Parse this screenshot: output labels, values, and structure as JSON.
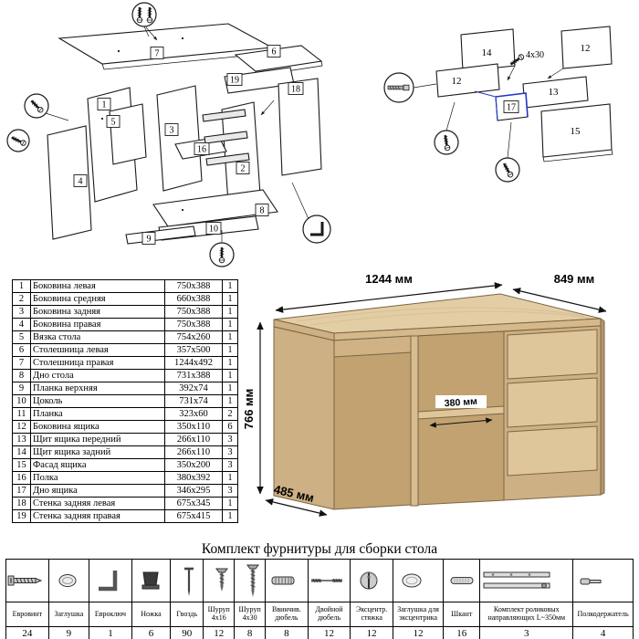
{
  "diagram": {
    "screw_label": "4x30"
  },
  "parts": {
    "rows": [
      {
        "num": "1",
        "name": "Боковина левая",
        "size": "750x388",
        "qty": "1"
      },
      {
        "num": "2",
        "name": "Боковина средняя",
        "size": "660x388",
        "qty": "1"
      },
      {
        "num": "3",
        "name": "Боковина задняя",
        "size": "750x388",
        "qty": "1"
      },
      {
        "num": "4",
        "name": "Боковина правая",
        "size": "750x388",
        "qty": "1"
      },
      {
        "num": "5",
        "name": "Вязка стола",
        "size": "754x260",
        "qty": "1"
      },
      {
        "num": "6",
        "name": "Столешница левая",
        "size": "357x500",
        "qty": "1"
      },
      {
        "num": "7",
        "name": "Столешница правая",
        "size": "1244x492",
        "qty": "1"
      },
      {
        "num": "8",
        "name": "Дно стола",
        "size": "731x388",
        "qty": "1"
      },
      {
        "num": "9",
        "name": "Планка верхняя",
        "size": "392x74",
        "qty": "1"
      },
      {
        "num": "10",
        "name": "Цоколь",
        "size": "731x74",
        "qty": "1"
      },
      {
        "num": "11",
        "name": "Планка",
        "size": "323x60",
        "qty": "2"
      },
      {
        "num": "12",
        "name": "Боковина ящика",
        "size": "350x110",
        "qty": "6"
      },
      {
        "num": "13",
        "name": "Щит ящика передний",
        "size": "266x110",
        "qty": "3"
      },
      {
        "num": "14",
        "name": "Щит ящика задний",
        "size": "266x110",
        "qty": "3"
      },
      {
        "num": "15",
        "name": "Фасад ящика",
        "size": "350x200",
        "qty": "3"
      },
      {
        "num": "16",
        "name": "Полка",
        "size": "380x392",
        "qty": "1"
      },
      {
        "num": "17",
        "name": "Дно ящика",
        "size": "346x295",
        "qty": "3"
      },
      {
        "num": "18",
        "name": "Стенка задняя левая",
        "size": "675x345",
        "qty": "1"
      },
      {
        "num": "19",
        "name": "Стенка задняя правая",
        "size": "675x415",
        "qty": "1"
      }
    ]
  },
  "desk": {
    "dim_width": "1244 мм",
    "dim_depth_right": "849 мм",
    "dim_height": "766 мм",
    "dim_shelf": "380 мм",
    "dim_depth_left": "485 мм"
  },
  "hardware": {
    "title": "Комплект фурнитуры для сборки стола",
    "items": [
      {
        "name": "Евровинт",
        "qty": "24",
        "icon": "euro-screw"
      },
      {
        "name": "Заглушка",
        "qty": "9",
        "icon": "cap"
      },
      {
        "name": "Евроключ",
        "qty": "1",
        "icon": "hex-key"
      },
      {
        "name": "Ножка",
        "qty": "6",
        "icon": "foot"
      },
      {
        "name": "Гвоздь",
        "qty": "90",
        "icon": "nail"
      },
      {
        "name": "Шуруп 4x16",
        "qty": "12",
        "icon": "screw-small"
      },
      {
        "name": "Шуруп 4x30",
        "qty": "8",
        "icon": "screw-large"
      },
      {
        "name": "Ввинчив. дюбель",
        "qty": "8",
        "icon": "threaded-dowel"
      },
      {
        "name": "Двойной дюбель",
        "qty": "12",
        "icon": "double-dowel"
      },
      {
        "name": "Эксцентр. стяжка",
        "qty": "12",
        "icon": "cam-lock"
      },
      {
        "name": "Заглушка для эксцентрика",
        "qty": "12",
        "icon": "cam-cap"
      },
      {
        "name": "Шкант",
        "qty": "16",
        "icon": "wood-dowel"
      },
      {
        "name": "Комплект роликовых направляющих L~350мм",
        "qty": "3",
        "icon": "drawer-slides"
      },
      {
        "name": "Полкодержатель",
        "qty": "4",
        "icon": "shelf-pin"
      }
    ]
  }
}
